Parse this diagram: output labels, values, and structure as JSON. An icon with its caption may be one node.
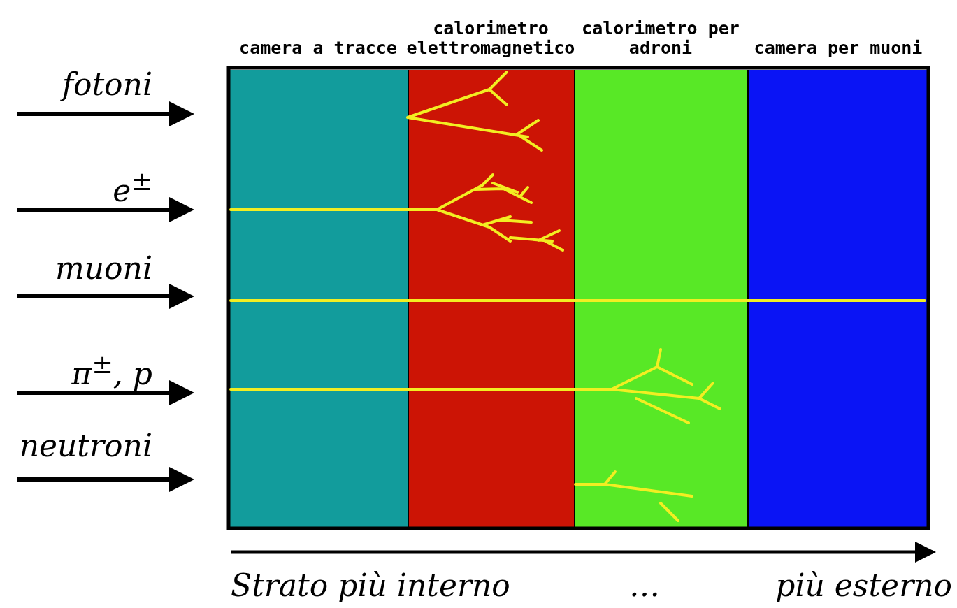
{
  "diagram": {
    "nodes": [
      {
        "text": [
          "camera a tracce"
        ]
      },
      {
        "text": [
          "calorimetro elettromagnetico"
        ]
      },
      {
        "text": [
          "calorimetro per adroni"
        ]
      },
      {
        "text": [
          "camera per muoni"
        ]
      }
    ],
    "labels": [
      "fotoni",
      "e$^{±}$",
      "muoni",
      "π$^{±}$, p",
      "neutroni",
      "Strato più interno",
      "…",
      "più esterno"
    ]
  }
}
